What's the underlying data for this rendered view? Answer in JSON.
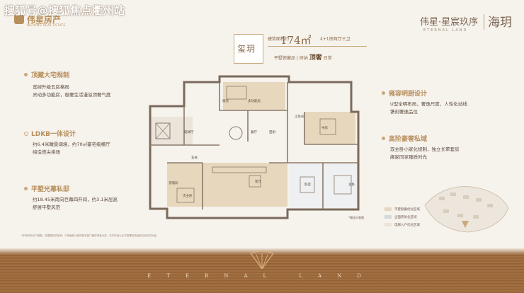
{
  "watermark": "搜狐号@搜狐焦点衢州站",
  "logo": {
    "name": "伟星房产",
    "sub": "WEIXING REAL ESTATE"
  },
  "brand": {
    "title": "伟星·星宸玖序",
    "sub": "ETERNAL LAND",
    "logo_text": "海玥"
  },
  "unit": {
    "name": "玺玥",
    "area_label": "建筑面积约",
    "area_value": "174㎡",
    "rooms": "4+1房两厅三卫",
    "slogan_a": "平墅俯藏品",
    "slogan_b": "府纳",
    "slogan_c": "顶奢",
    "slogan_d": "日常"
  },
  "features_left": [
    {
      "title": "顶藏大宅规制",
      "desc": [
        "宽绰升级五房格局",
        "灵动多功能房，极奢生活漫溢顶奢气度"
      ]
    },
    {
      "title": "LDKB一体设计",
      "desc": [
        "约6.4米瞰景阔境，约70㎡豪宅级横厅",
        "缔造塔尖排场"
      ]
    },
    {
      "title": "平墅光幕私邸",
      "desc": [
        "约18.45米南向巨幕四开间，约3.1米层高",
        "舒展平墅风范"
      ]
    }
  ],
  "features_right": [
    {
      "title": "雍容明厨设计",
      "desc": [
        "U型全明布局，奢逸尺度，人性化动线",
        "镌刻奢逸品位"
      ]
    },
    {
      "title": "高阶豪奢私域",
      "desc": [
        "双主卧小家化规制，独立长辈套房",
        "阖家同享臻质时光"
      ]
    }
  ],
  "plan_labels": {
    "kitchen": "厨房",
    "multi": "多功能房",
    "dining": "餐厅",
    "west_kitchen": "西厨",
    "elevator": "电梯厅",
    "foyer": "玄关",
    "wardrobe": "衣帽间",
    "living": "客厅",
    "bedroom": "卧室",
    "master": "主卧",
    "bath": "卫生间",
    "senior": "次主卧",
    "study": "书房"
  },
  "legend": [
    {
      "label": "平墅套餐优化区域",
      "color": "#e6d7bd"
    },
    {
      "label": "全面积优化区域",
      "color": "#d4d9dc"
    },
    {
      "label": "电梯入户优化区域",
      "color": "#ebe4db"
    }
  ],
  "north_note": "*赠送示意图",
  "footnote": "*本资料所示户型图、效果图仅供参考，户型面积以政府相关部门最终审批为准，交付标准以正式签署的商品房买卖合同为准。",
  "band_text": "ETERNAL LAND",
  "colors": {
    "gold": "#c9a97c",
    "band": "#9e6a3a",
    "bg": "#f6f2ec"
  }
}
